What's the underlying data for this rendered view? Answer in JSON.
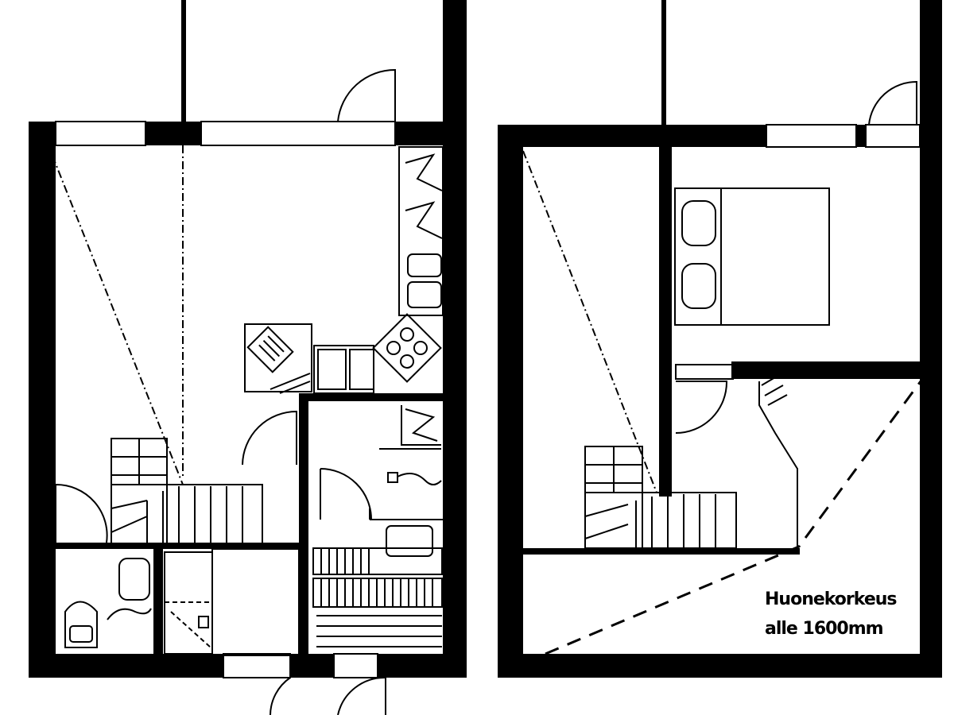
{
  "plan": {
    "ink_color": "#000000",
    "paper_color": "#ffffff",
    "panels": [
      {
        "id": "ground-floor",
        "fixtures": [
          "kitchen-counter",
          "stove",
          "kitchen-sink",
          "fridge",
          "dining-table",
          "staircase",
          "wc-toilet",
          "wc-basin",
          "shower",
          "sauna-benches",
          "washing-machine"
        ]
      },
      {
        "id": "upper-floor",
        "fixtures": [
          "double-bed",
          "staircase",
          "closet"
        ]
      }
    ],
    "annotation": {
      "line1": "Huonekorkeus",
      "line2": "alle 1600mm"
    }
  }
}
